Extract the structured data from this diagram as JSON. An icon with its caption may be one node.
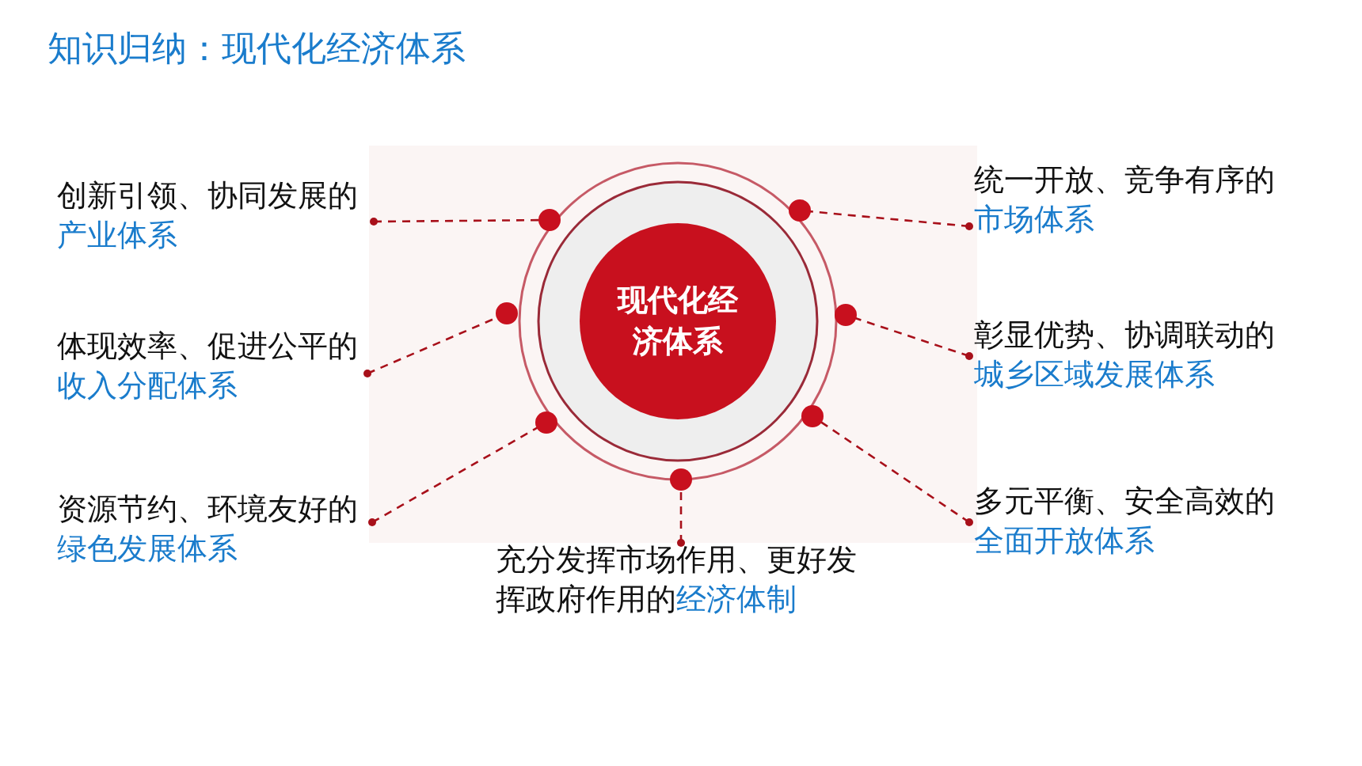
{
  "diagram": {
    "title": "知识归纳：现代化经济体系",
    "nodes": [
      {
        "text": [
          "现代化经济体系"
        ]
      },
      {
        "text": [
          "创新引领、协同发展的",
          "产业体系"
        ]
      },
      {
        "text": [
          "统一开放、竞争有序的",
          "市场体系"
        ]
      },
      {
        "text": [
          "体现效率、促进公平的",
          "收入分配体系"
        ]
      },
      {
        "text": [
          "彰显优势、协调联动的",
          "城乡区域发展体系"
        ]
      },
      {
        "text": [
          "资源节约、环境友好的",
          "绿色发展体系"
        ]
      },
      {
        "text": [
          "多元平衡、安全高效的",
          "全面开放体系"
        ]
      },
      {
        "text": [
          "充分发挥市场作用、更好发挥政府作用的",
          "经济体制"
        ]
      }
    ],
    "edges": [
      {
        "from": 1,
        "to": 0,
        "arrow": "other",
        "style": "dashed"
      },
      {
        "from": 2,
        "to": 0,
        "arrow": "other",
        "style": "dashed"
      },
      {
        "from": 3,
        "to": 0,
        "arrow": "other",
        "style": "dashed"
      },
      {
        "from": 4,
        "to": 0,
        "arrow": "other",
        "style": "dashed"
      },
      {
        "from": 5,
        "to": 0,
        "arrow": "other",
        "style": "dashed"
      },
      {
        "from": 6,
        "to": 0,
        "arrow": "other",
        "style": "dashed"
      },
      {
        "from": 7,
        "to": 0,
        "arrow": "other",
        "style": "dashed"
      }
    ]
  }
}
